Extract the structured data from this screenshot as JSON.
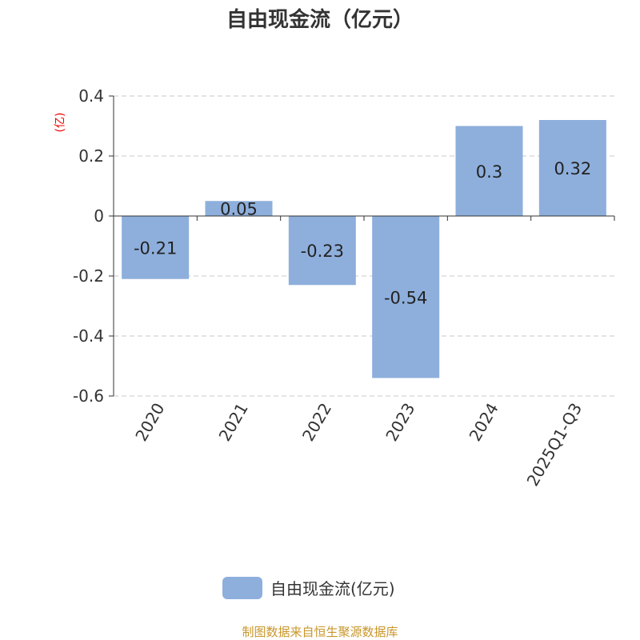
{
  "chart_data": {
    "type": "bar",
    "title": "自由现金流（亿元）",
    "ylabel": "(亿)",
    "xlabel": "",
    "categories": [
      "2020",
      "2021",
      "2022",
      "2023",
      "2024",
      "2025Q1-Q3"
    ],
    "series": [
      {
        "name": "自由现金流(亿元)",
        "values": [
          -0.21,
          0.05,
          -0.23,
          -0.54,
          0.3,
          0.32
        ],
        "color": "#8eafdc"
      }
    ],
    "data_labels": [
      "-0.21",
      "0.05",
      "-0.23",
      "-0.54",
      "0.3",
      "0.32"
    ],
    "ylim": [
      -0.6,
      0.4
    ],
    "yticks": [
      0.4,
      0.2,
      0,
      -0.2,
      -0.4,
      -0.6
    ],
    "ytick_labels": [
      "0.4",
      "0.2",
      "0",
      "-0.2",
      "-0.4",
      "-0.6"
    ],
    "grid": true,
    "legend_position": "bottom"
  },
  "footer": "制图数据来自恒生聚源数据库"
}
